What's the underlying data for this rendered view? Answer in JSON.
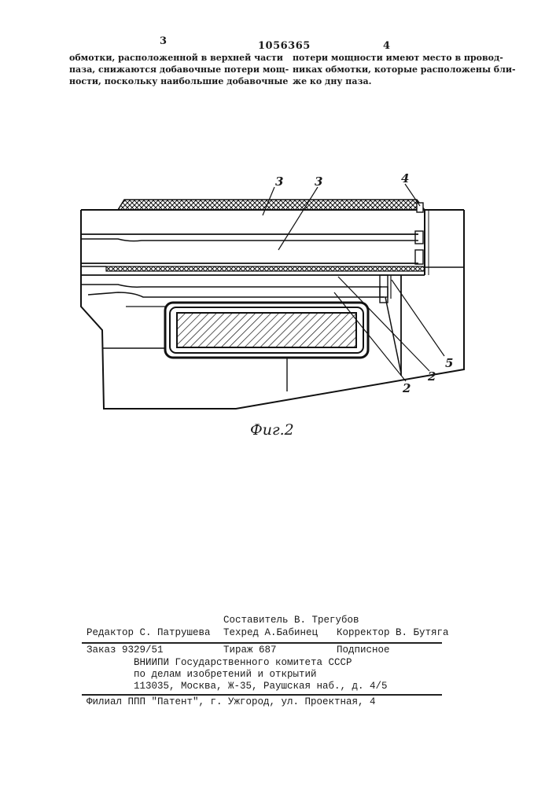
{
  "header": {
    "page_left": "3",
    "patent_number": "1056365",
    "page_right": "4"
  },
  "text": {
    "left_lines": [
      "обмотки, расположенной в верхней части",
      "паза, снижаются добавочные потери мощ-",
      "ности, поскольку наибольшие добавочные"
    ],
    "right_lines": [
      "потери мощности имеют место в провод-",
      "никах обмотки, которые расположены бли-",
      "же ко дну паза."
    ]
  },
  "figure": {
    "caption": "Фиг.2",
    "labels": {
      "l3a": "3",
      "l3b": "3",
      "l4": "4",
      "l5": "5",
      "l2a": "2",
      "l2b": "2"
    }
  },
  "imprint": {
    "composer": "Составитель В. Трегубов",
    "editor": "Редактор С. Патрушева",
    "techred": "Техред А.Бабинец",
    "corrector": "Корректор В. Бутяга",
    "order": "Заказ 9329/51",
    "circulation": "Тираж 687",
    "subscription": "Подписное",
    "org1": "ВНИИПИ Государственного комитета СССР",
    "org2": "по делам изобретений и открытий",
    "address": "113035, Москва, Ж-35, Раушская наб., д. 4/5",
    "branch": "Филиал ППП \"Патент\", г. Ужгород, ул. Проектная, 4"
  }
}
